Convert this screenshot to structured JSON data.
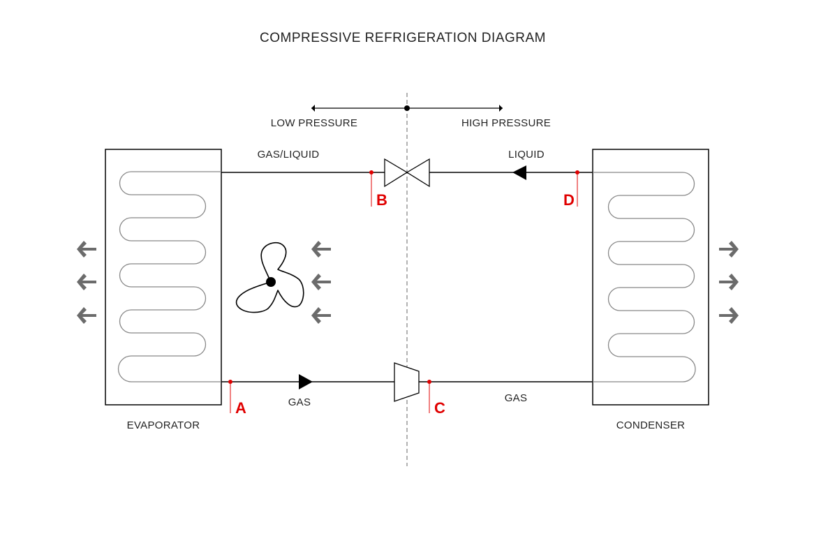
{
  "title": "COMPRESSIVE REFRIGERATION DIAGRAM",
  "colors": {
    "line": "#000000",
    "coil": "#888888",
    "point": "#e00000",
    "air_arrow": "#6b6b6b",
    "divider": "#666666"
  },
  "pressure": {
    "low_label": "LOW PRESSURE",
    "high_label": "HIGH PRESSURE"
  },
  "components": {
    "evaporator": "EVAPORATOR",
    "condenser": "CONDENSER",
    "expansion_valve_icon": "expansion-valve-icon",
    "compressor_icon": "compressor-icon",
    "fan_icon": "fan-icon"
  },
  "lines": {
    "top_left": "GAS/LIQUID",
    "top_right": "LIQUID",
    "bottom_left": "GAS",
    "bottom_right": "GAS"
  },
  "points": {
    "a": "A",
    "b": "B",
    "c": "C",
    "d": "D"
  }
}
